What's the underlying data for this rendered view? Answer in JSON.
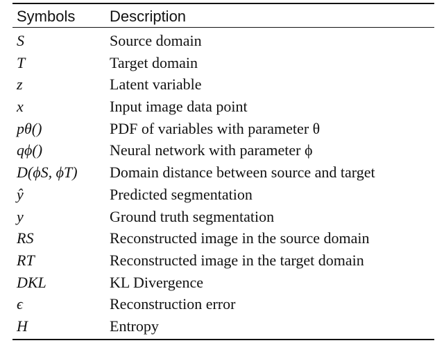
{
  "table": {
    "headers": {
      "symbols": "Symbols",
      "description": "Description"
    },
    "rows": [
      {
        "symbol": "S",
        "description": "Source domain"
      },
      {
        "symbol": "T",
        "description": "Target domain"
      },
      {
        "symbol": "z",
        "description": "Latent variable"
      },
      {
        "symbol": "x",
        "description": "Input image data point"
      },
      {
        "symbol": "pθ()",
        "description": "PDF of variables with parameter θ"
      },
      {
        "symbol": "qϕ()",
        "description": "Neural network with parameter ϕ"
      },
      {
        "symbol": "D(ϕS, ϕT)",
        "description": "Domain distance between source and target"
      },
      {
        "symbol": "ŷ",
        "description": "Predicted segmentation"
      },
      {
        "symbol": "y",
        "description": "Ground truth segmentation"
      },
      {
        "symbol": "RS",
        "description": "Reconstructed image in the source domain"
      },
      {
        "symbol": "RT",
        "description": "Reconstructed image in the target domain"
      },
      {
        "symbol": "DKL",
        "description": "KL Divergence"
      },
      {
        "symbol": "ϵ",
        "description": "Reconstruction error"
      },
      {
        "symbol": "H",
        "description": "Entropy"
      }
    ]
  }
}
